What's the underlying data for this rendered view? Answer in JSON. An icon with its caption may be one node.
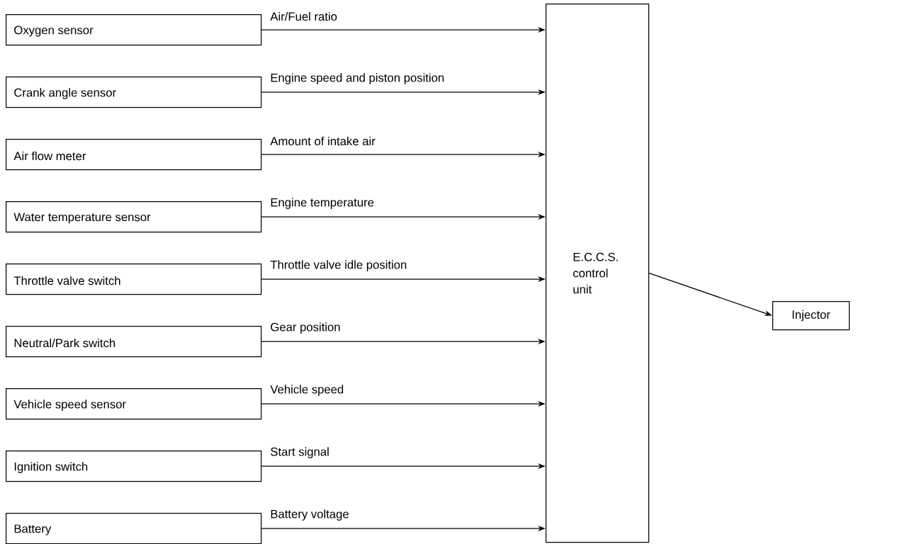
{
  "diagram": {
    "nodes": [
      {
        "text": [
          "Oxygen sensor"
        ]
      },
      {
        "text": [
          "Crank angle sensor"
        ]
      },
      {
        "text": [
          "Air flow meter"
        ]
      },
      {
        "text": [
          "Water temperature sensor"
        ]
      },
      {
        "text": [
          "Throttle valve switch"
        ]
      },
      {
        "text": [
          "Neutral/Park switch"
        ]
      },
      {
        "text": [
          "Vehicle speed sensor"
        ]
      },
      {
        "text": [
          "Ignition switch"
        ]
      },
      {
        "text": [
          "Battery"
        ]
      },
      {
        "text": [
          "E.C.C.S. control unit"
        ]
      },
      {
        "text": [
          "Injector"
        ]
      }
    ],
    "edges": [
      {
        "from": 0,
        "to": 9,
        "arrow": "to",
        "label": "Air/Fuel ratio"
      },
      {
        "from": 1,
        "to": 9,
        "arrow": "to",
        "label": "Engine speed and piston position"
      },
      {
        "from": 2,
        "to": 9,
        "arrow": "to",
        "label": "Amount of intake air"
      },
      {
        "from": 3,
        "to": 9,
        "arrow": "to",
        "label": "Engine temperature"
      },
      {
        "from": 4,
        "to": 9,
        "arrow": "to",
        "label": "Throttle valve idle position"
      },
      {
        "from": 5,
        "to": 9,
        "arrow": "to",
        "label": "Gear position"
      },
      {
        "from": 6,
        "to": 9,
        "arrow": "to",
        "label": "Vehicle speed"
      },
      {
        "from": 7,
        "to": 9,
        "arrow": "to",
        "label": "Start signal"
      },
      {
        "from": 8,
        "to": 9,
        "arrow": "to",
        "label": "Battery voltage"
      },
      {
        "from": 9,
        "to": 10,
        "arrow": "to"
      }
    ]
  }
}
